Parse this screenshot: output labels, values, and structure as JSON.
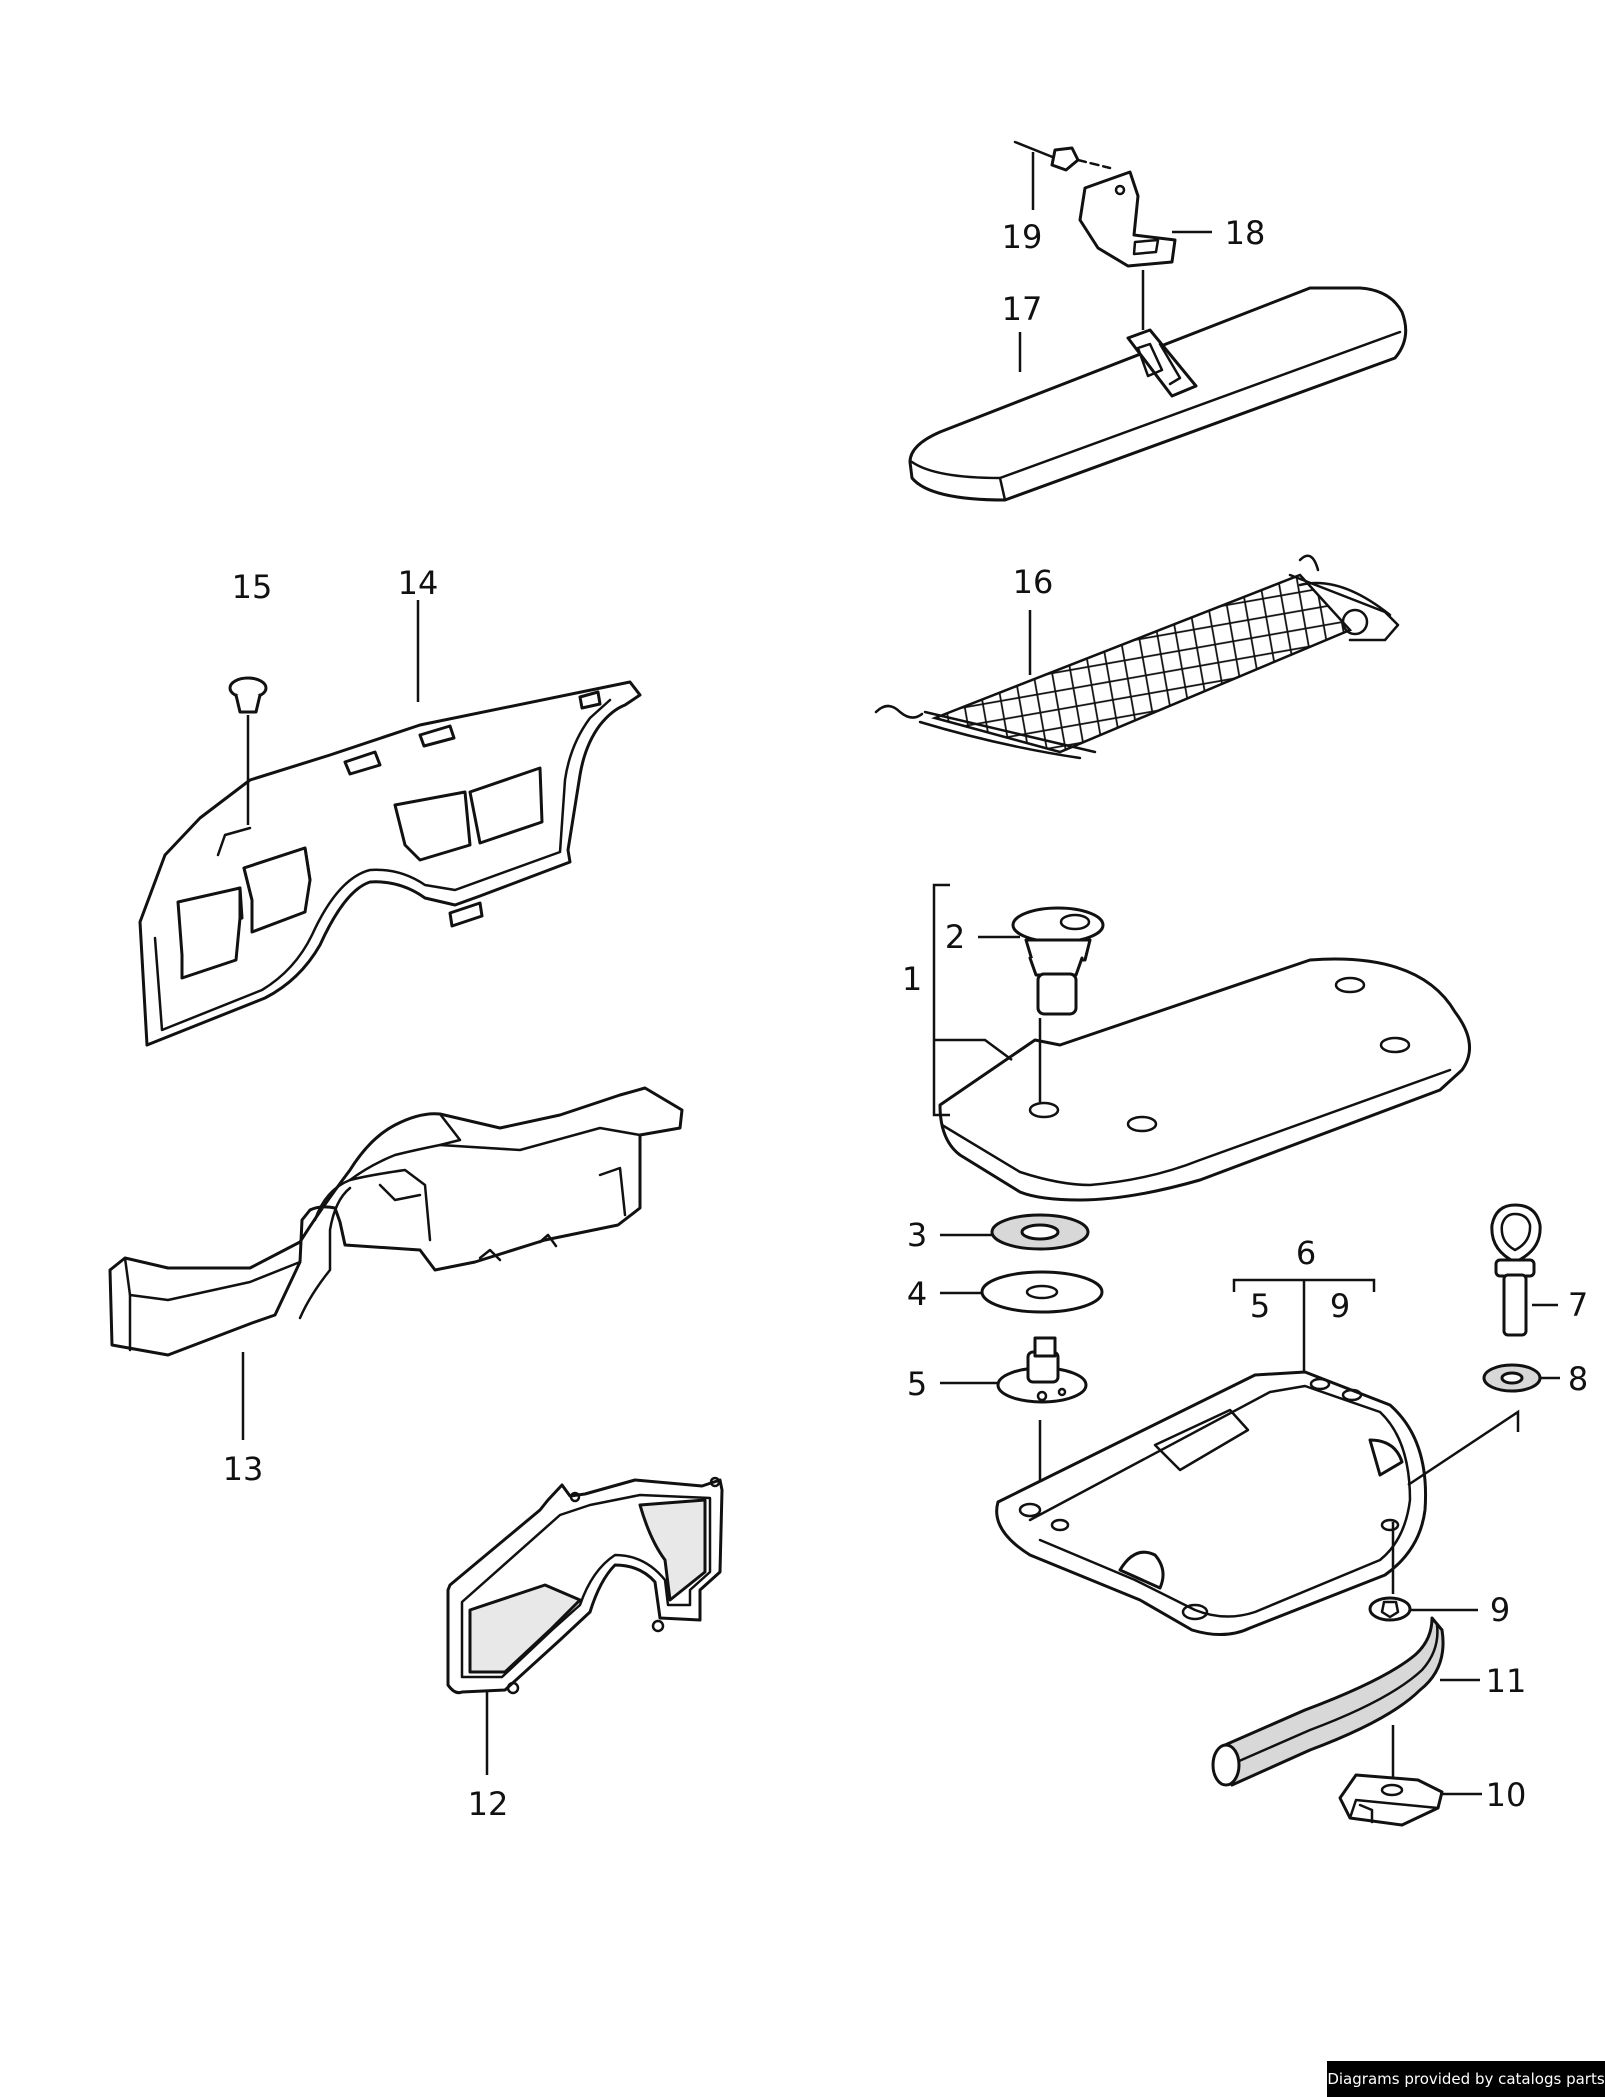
{
  "callouts": {
    "c1": "1",
    "c2": "2",
    "c3": "3",
    "c4": "4",
    "c5": "5",
    "c6": "6",
    "c6a": "5",
    "c6b": "9",
    "c7": "7",
    "c8": "8",
    "c9": "9",
    "c10": "10",
    "c11": "11",
    "c12": "12",
    "c13": "13",
    "c14": "14",
    "c15": "15",
    "c16": "16",
    "c17": "17",
    "c18": "18",
    "c19": "19"
  },
  "watermark": "Diagrams provided by catalogs parts"
}
